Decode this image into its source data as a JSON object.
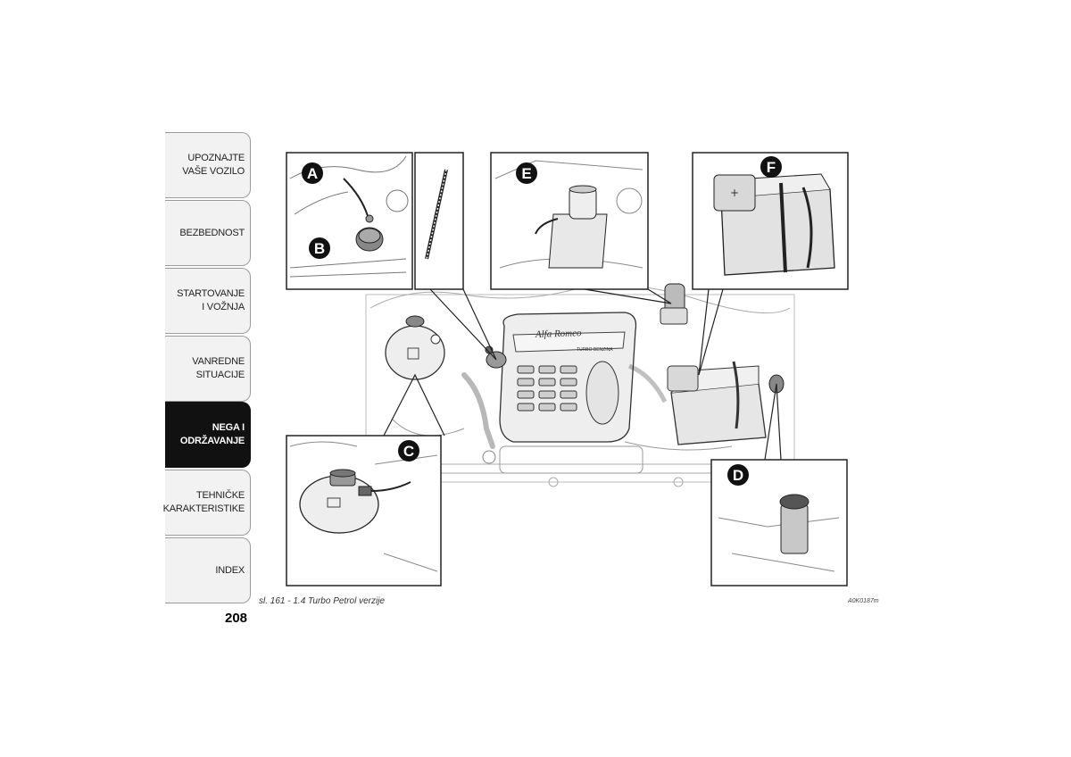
{
  "sidebar": {
    "items": [
      {
        "label": "UPOZNAJTE\nVAŠE VOZILO",
        "active": false
      },
      {
        "label": "BEZBEDNOST",
        "active": false
      },
      {
        "label": "STARTOVANJE\nI VOŽNJA",
        "active": false
      },
      {
        "label": "VANREDNE\nSITUACIJE",
        "active": false
      },
      {
        "label": "NEGA I\nODRŽAVANJE",
        "active": true
      },
      {
        "label": "TEHNIČKE\nKARAKTERISTIKE",
        "active": false
      },
      {
        "label": "INDEX",
        "active": false
      }
    ]
  },
  "page": {
    "number": "208",
    "caption": "sl. 161 - 1.4 Turbo Petrol verzije",
    "figure_code": "A0K0187m"
  },
  "figure": {
    "callouts": [
      "A",
      "B",
      "C",
      "D",
      "E",
      "F"
    ],
    "engine_badge_line1": "Alfa Romeo",
    "engine_badge_line2": "TURBO BENZINA"
  },
  "colors": {
    "active_tab_bg": "#111111",
    "tab_bg": "#f2f2f2",
    "callout_bg": "#111111",
    "line_color": "#222222"
  }
}
